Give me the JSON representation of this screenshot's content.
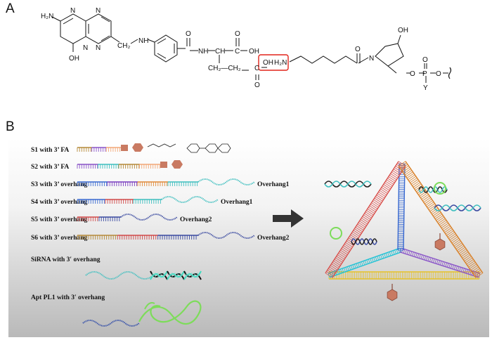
{
  "panels": {
    "a": "A",
    "b": "B"
  },
  "structure": {
    "amine": "H₂N",
    "hydroxyl_pteridine": "OH",
    "ch2": "CH₂",
    "nh1": "NH",
    "nh2": "NH",
    "oxo": "O",
    "ch": "CH",
    "ch2ch2": "CH₂—CH₂",
    "acid_c1": "C",
    "acid_c2": "C",
    "acid_oh1": "OH",
    "acid_oh2": "OH",
    "acid_o1": "O",
    "acid_o2": "O",
    "linker_amine": "H₂N",
    "linker_oxo": "O",
    "pyrrolidine_n": "N",
    "pyrrolidine_oh": "OH",
    "phosphate_o1": "O",
    "phosphate_o2": "O",
    "phosphate_p": "P",
    "phosphate_o3": "O",
    "phosphate_y": "Y",
    "n_ring": [
      "N",
      "N",
      "N",
      "N"
    ]
  },
  "strands": [
    {
      "label": "S1 with 3’ FA",
      "colors": [
        "#b58a3a",
        "#8a55c8",
        "#f2a878"
      ],
      "overhang": "",
      "end": "folate"
    },
    {
      "label": "S2 with 3’ FA",
      "colors": [
        "#8a55c8",
        "#3fbfbf",
        "#b58a3a",
        "#f2a878"
      ],
      "overhang": "",
      "end": "hexagon"
    },
    {
      "label": "S3 with 3’ overhang",
      "colors": [
        "#3a6ad0",
        "#7a3fc0",
        "#e08a3a",
        "#3fbfbf"
      ],
      "overhang": "Overhang1",
      "end": "wave"
    },
    {
      "label": "S4 with 3’ overhang",
      "colors": [
        "#3a6ad0",
        "#d04a4a",
        "#3fbfbf"
      ],
      "overhang": "Overhang1",
      "end": "wave"
    },
    {
      "label": "S5 with 3’ overhang",
      "colors": [
        "#d04a4a",
        "#3a4aa0"
      ],
      "overhang": "Overhang2",
      "end": "wave"
    },
    {
      "label": "S6 with 3’ overhang",
      "colors": [
        "#b58a3a",
        "#d04a4a",
        "#3a4aa0"
      ],
      "overhang": "Overhang2",
      "end": "wave"
    }
  ],
  "sirna": {
    "label": "SiRNA with 3′ overhang"
  },
  "aptamer": {
    "label": "Apt PL1 with 3′ overhang"
  },
  "colors": {
    "edge_red": "#d9534f",
    "edge_orange": "#d9822b",
    "edge_yellow": "#e6c229",
    "edge_blue": "#3a6ad0",
    "edge_cyan": "#22c3d6",
    "edge_purple": "#8a55c8",
    "folate_marker": "#c97a62",
    "aptamer_green": "#7ddc5a",
    "highlight_box": "#e2231a"
  }
}
